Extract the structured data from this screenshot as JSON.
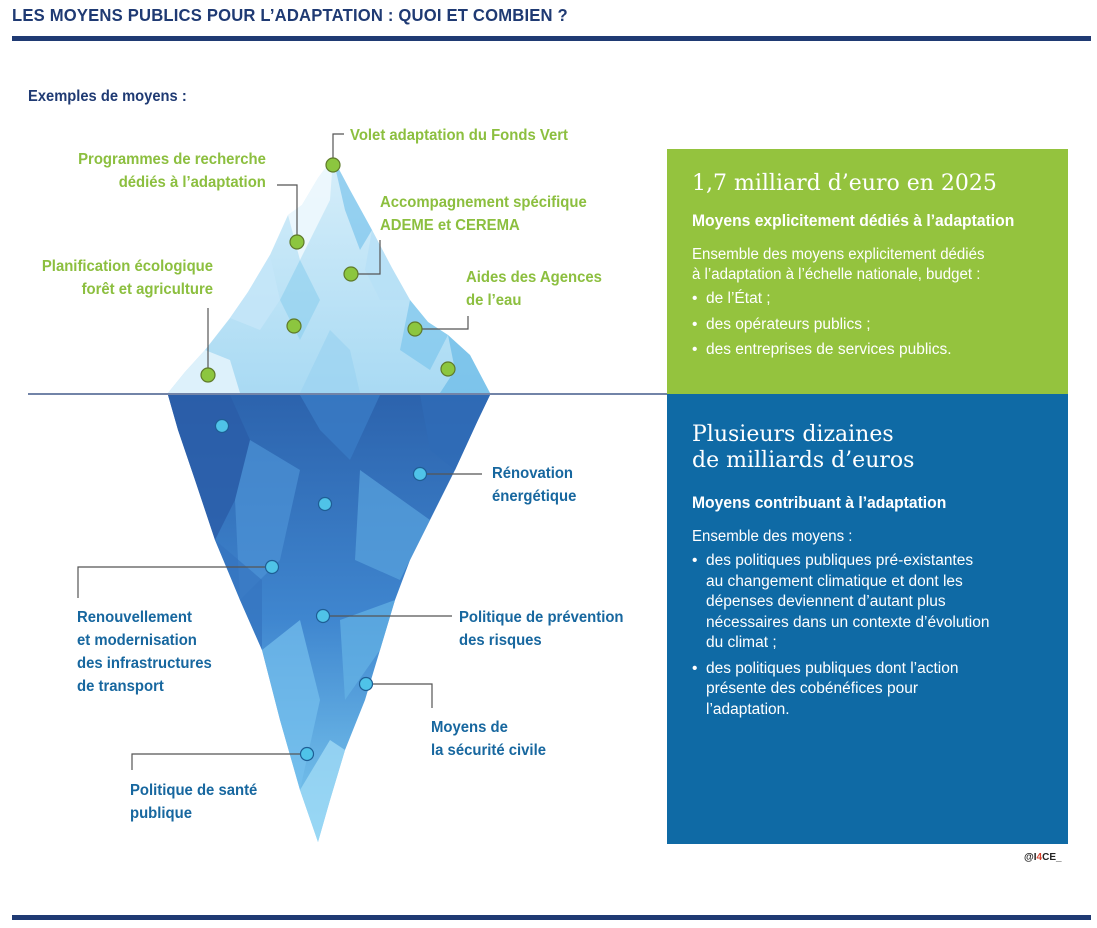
{
  "title": "LES MOYENS PUBLICS POUR L’ADAPTATION : QUOI ET COMBIEN ?",
  "subhead": "Exemples de moyens :",
  "above_labels": {
    "fonds_vert": "Volet adaptation du Fonds Vert",
    "recherche": [
      "Programmes de recherche",
      "dédiés à l’adaptation"
    ],
    "ademe": [
      "Accompagnement spécifique",
      "ADEME et CEREMA"
    ],
    "planification": [
      "Planification écologique",
      "forêt et agriculture"
    ],
    "agences": [
      "Aides des Agences",
      "de l’eau"
    ]
  },
  "below_labels": {
    "renovation": [
      "Rénovation",
      "énergétique"
    ],
    "infrastructures": [
      "Renouvellement",
      "et modernisation",
      "des infrastructures",
      "de transport"
    ],
    "prevention": [
      "Politique de prévention",
      "des risques"
    ],
    "securite": [
      "Moyens de",
      "la sécurité civile"
    ],
    "sante": [
      "Politique de santé",
      "publique"
    ]
  },
  "green_box": {
    "headline": "1,7 milliard d’euro en 2025",
    "subtitle": "Moyens explicitement dédiés à l’adaptation",
    "intro": "Ensemble des moyens explicitement dédiés\nà l’adaptation à l’échelle nationale, budget :",
    "bullets": [
      "de l’État ;",
      "des opérateurs publics ;",
      "des entreprises de services publics."
    ]
  },
  "blue_box": {
    "headline": "Plusieurs dizaines\nde milliards d’euros",
    "subtitle": "Moyens contribuant à l’adaptation",
    "intro": "Ensemble des moyens :",
    "bullets": [
      "des politiques publiques pré-existantes\nau changement climatique et dont les\ndépenses deviennent d’autant plus\nnécessaires dans un contexte d’évolution\ndu climat ;",
      "des politiques publiques dont  l’action\nprésente des cobénéfices pour\nl’adaptation."
    ]
  },
  "credit": {
    "prefix": "@I",
    "four": "4",
    "suffix": "CE_"
  },
  "colors": {
    "navy": "#1f3a73",
    "green": "#94c33e",
    "green_text": "#8cbf3f",
    "blue_box": "#0f6aa5",
    "blue_text": "#17679f",
    "dot_green": "#8cc63f",
    "dot_cyan": "#4fc3e8"
  }
}
